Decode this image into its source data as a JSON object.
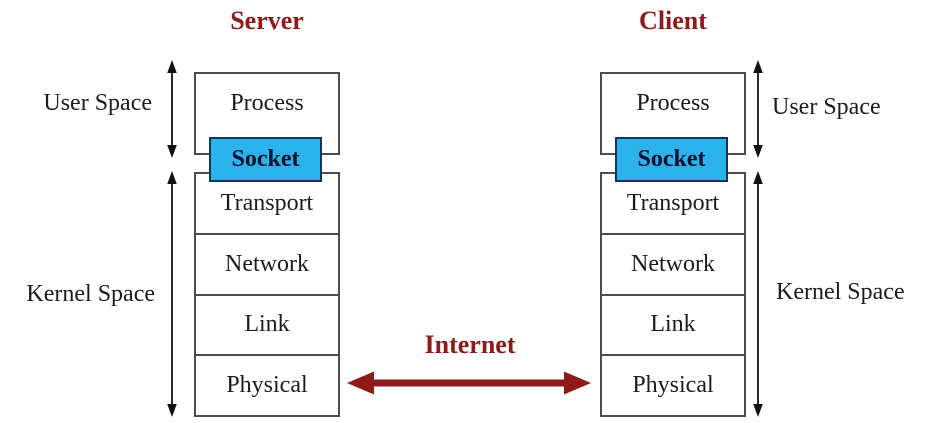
{
  "diagram": {
    "server_title": "Server",
    "client_title": "Client",
    "labels": {
      "user_space": "User Space",
      "kernel_space": "Kernel Space",
      "internet": "Internet"
    },
    "layers": {
      "process": "Process",
      "socket": "Socket",
      "transport": "Transport",
      "network": "Network",
      "link": "Link",
      "physical": "Physical"
    },
    "colors": {
      "title_red": "#8e1a1a",
      "arrow_red": "#8e1a1a",
      "socket_fill": "#29b2ec",
      "box_border": "#4c4c4c",
      "text": "#1c1c1c"
    }
  }
}
